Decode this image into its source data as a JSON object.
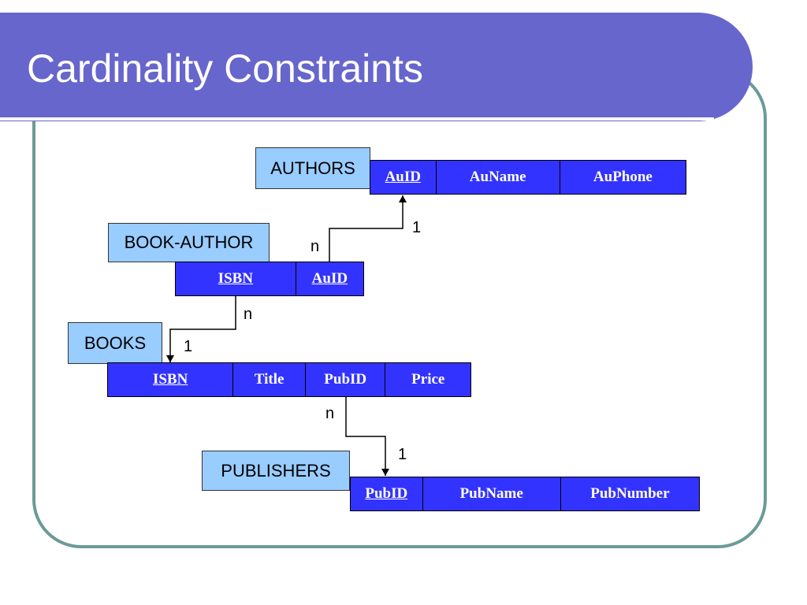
{
  "slide": {
    "title": "Cardinality Constraints",
    "colors": {
      "title_bar": "#6666cc",
      "frame": "#6b9b98",
      "table_cell": "#3333ff",
      "tag": "#99ccff"
    }
  },
  "tables": {
    "authors": {
      "name": "AUTHORS",
      "columns": [
        {
          "label": "AuID",
          "key": true
        },
        {
          "label": "AuName",
          "key": false
        },
        {
          "label": "AuPhone",
          "key": false
        }
      ]
    },
    "book_author": {
      "name": "BOOK-AUTHOR",
      "columns": [
        {
          "label": "ISBN",
          "key": true
        },
        {
          "label": "AuID",
          "key": true
        }
      ]
    },
    "books": {
      "name": "BOOKS",
      "columns": [
        {
          "label": "ISBN",
          "key": true
        },
        {
          "label": "Title",
          "key": false
        },
        {
          "label": "PubID",
          "key": false
        },
        {
          "label": "Price",
          "key": false
        }
      ]
    },
    "publishers": {
      "name": "PUBLISHERS",
      "columns": [
        {
          "label": "PubID",
          "key": true
        },
        {
          "label": "PubName",
          "key": false
        },
        {
          "label": "PubNumber",
          "key": false
        }
      ]
    }
  },
  "relationships": [
    {
      "from": "BOOK-AUTHOR.AuID",
      "to": "AUTHORS.AuID",
      "from_card": "n",
      "to_card": "1"
    },
    {
      "from": "BOOK-AUTHOR.ISBN",
      "to": "BOOKS.ISBN",
      "from_card": "n",
      "to_card": "1"
    },
    {
      "from": "BOOKS.PubID",
      "to": "PUBLISHERS.PubID",
      "from_card": "n",
      "to_card": "1"
    }
  ]
}
